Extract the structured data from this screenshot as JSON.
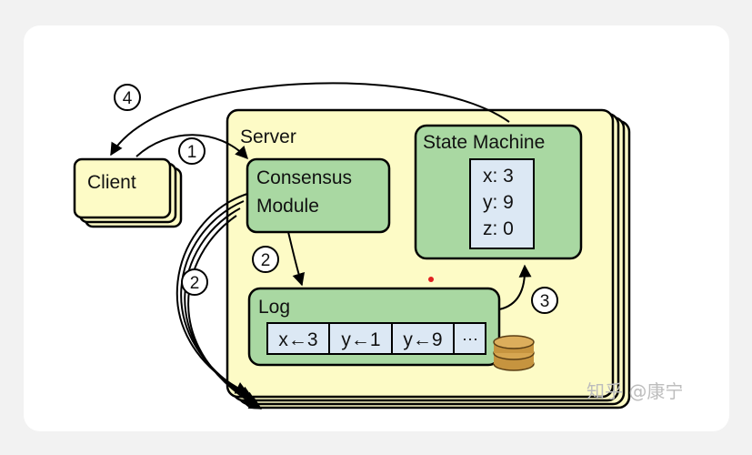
{
  "client": {
    "label": "Client"
  },
  "server": {
    "label": "Server"
  },
  "consensus": {
    "line1": "Consensus",
    "line2": "Module"
  },
  "state_machine": {
    "title": "State Machine",
    "values": [
      "x: 3",
      "y: 9",
      "z: 0"
    ]
  },
  "log": {
    "title": "Log",
    "entries": [
      "x←3",
      "y←1",
      "y←9",
      "···"
    ]
  },
  "steps": {
    "one": "1",
    "two": "2",
    "three": "3",
    "four": "4"
  },
  "watermark": "知乎 @康宁",
  "colors": {
    "server_fill": "#fdfbc6",
    "module_fill": "#a9d8a2",
    "stack_fill": "#dce8f4",
    "client_fill": "#fdfbc6",
    "disk_fill": "#c6943f"
  }
}
